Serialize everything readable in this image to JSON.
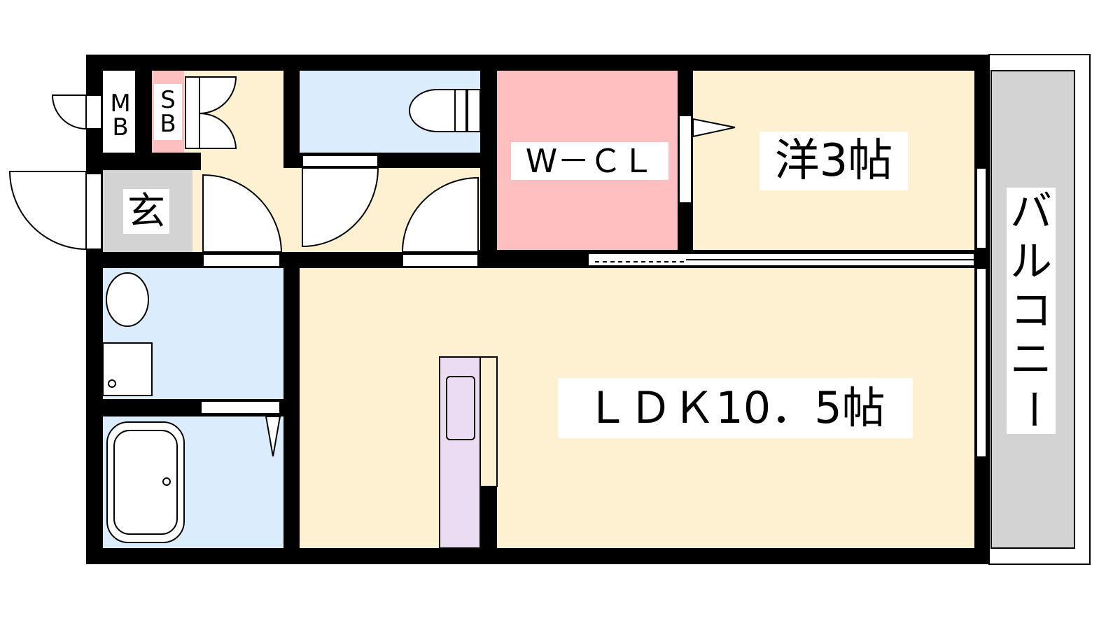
{
  "title": "1LDK floor plan",
  "rooms": {
    "mb": {
      "line1": "M",
      "line2": "B"
    },
    "sb": {
      "line1": "S",
      "line2": "B"
    },
    "entrance": "玄",
    "wcl": "W－ＣＬ",
    "western": "洋3帖",
    "ldk": "ＬＤＫ10．5帖",
    "balcony": [
      "バ",
      "ル",
      "コ",
      "ニ",
      "ー"
    ]
  },
  "colors": {
    "wall": "#000000",
    "cream": "#fdf1d2",
    "blue": "#dbecfd",
    "pink": "#fdbfbf",
    "gray": "#d3d3d3",
    "purple": "#ecdcf3"
  }
}
